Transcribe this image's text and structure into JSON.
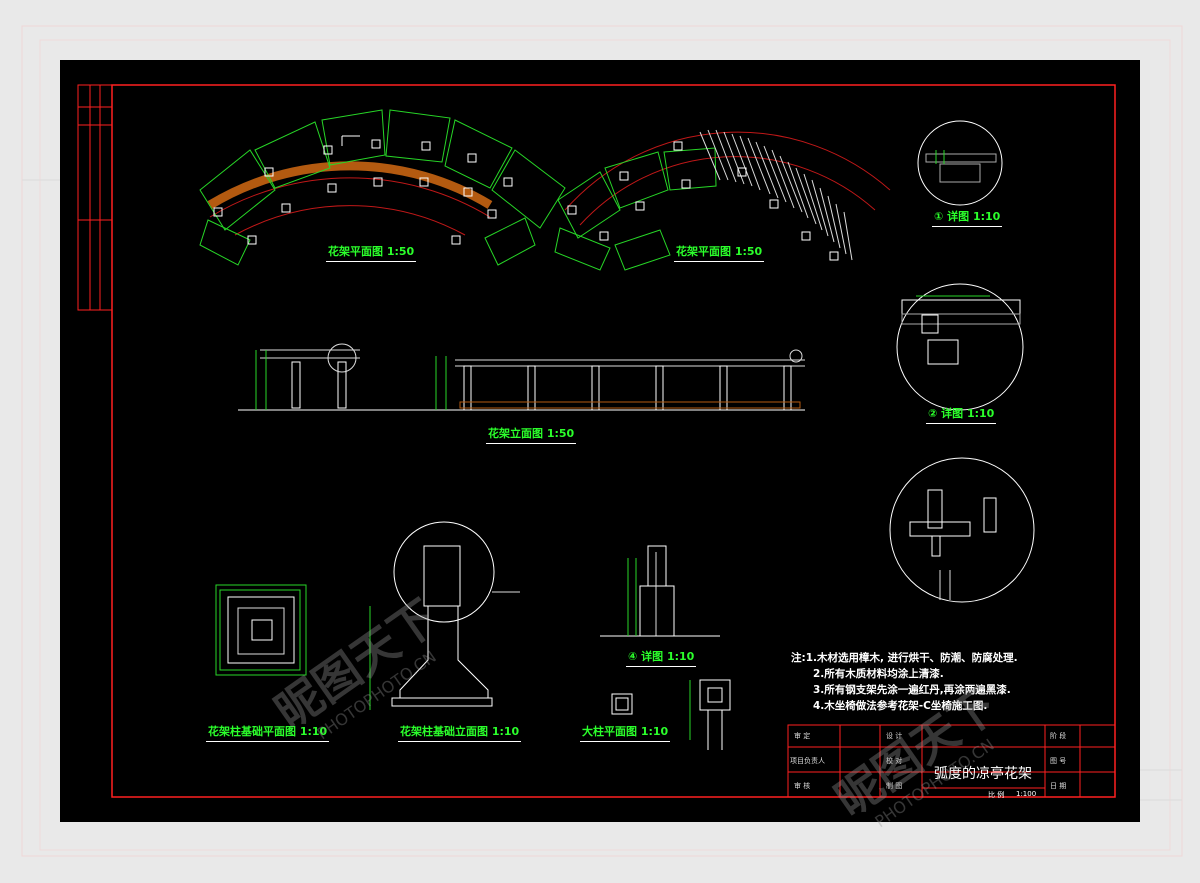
{
  "drawing": {
    "labels": {
      "plan_left": "花架平面图 1:50",
      "plan_right": "花架平面图 1:50",
      "detail_1": "① 详图 1:10",
      "detail_2": "② 详图 1:10",
      "elevation": "花架立面图 1:50",
      "foundation_plan": "花架柱基础平面图 1:10",
      "foundation_elevation": "花架柱基础立面图 1:10",
      "detail_4": "④ 详图 1:10",
      "column_plan": "大柱平面图 1:10"
    },
    "notes": [
      "注:1.木材选用樟木, 进行烘干、防潮、防腐处理.",
      "2.所有木质材料均涂上清漆.",
      "3.所有钢支架先涂一遍红丹,再涂两遍黑漆.",
      "4.木坐椅做法参考花架-C坐椅施工图."
    ],
    "title_block": {
      "title": "弧度的凉亭花架",
      "scale_label": "比 例",
      "scale_value": "1:100",
      "left_labels": [
        "审 定",
        "项目负责人",
        "审 核"
      ],
      "right_labels": [
        "阶 段",
        "图 号",
        "日 期"
      ],
      "mid_labels": [
        "设 计",
        "校 对",
        "制 图"
      ]
    },
    "colors": {
      "sheet_background": "#000000",
      "border": "#ff2020",
      "label": "#2bff2b",
      "line_white": "#ffffff",
      "line_green": "#27d627",
      "line_red": "#c01818",
      "wood_fill": "#b35a10"
    }
  },
  "watermark": {
    "brand": "昵图天下",
    "text": "PHOTOPHOTO.CN"
  }
}
